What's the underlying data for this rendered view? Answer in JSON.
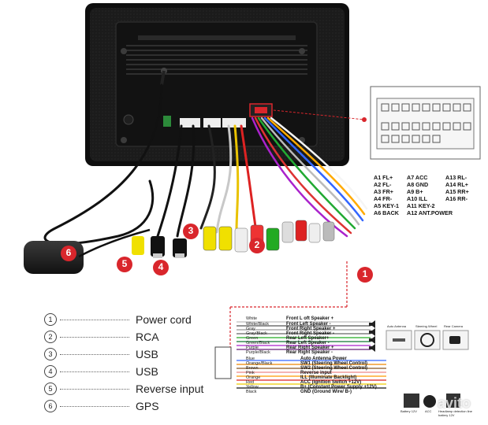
{
  "legend": [
    {
      "num": "1",
      "label": "Power cord"
    },
    {
      "num": "2",
      "label": "RCA"
    },
    {
      "num": "3",
      "label": "USB"
    },
    {
      "num": "4",
      "label": "USB"
    },
    {
      "num": "5",
      "label": "Reverse input"
    },
    {
      "num": "6",
      "label": "GPS"
    }
  ],
  "callouts": [
    "1",
    "2",
    "3",
    "4",
    "5",
    "6"
  ],
  "pinout": [
    [
      "A1 FL+",
      "A7 ACC",
      "A13 RL-"
    ],
    [
      "A2 FL-",
      "A8 GND",
      "A14 RL+"
    ],
    [
      "A3 FR+",
      "A9 B+",
      "A15 RR+"
    ],
    [
      "A4 FR-",
      "A10 ILL",
      "A16 RR-"
    ],
    [
      "A5 KEY-1",
      "A11 KEY-2",
      ""
    ],
    [
      "A6 BACK",
      "A12 ANT.POWER",
      ""
    ]
  ],
  "wire_colors": [
    "White",
    "White/Black",
    "Gray",
    "Gray/Black",
    "Green",
    "Green/Black",
    "Purple",
    "Purple/Black",
    "Blue",
    "Orange/Black",
    "Brown",
    "Pink",
    "Orange",
    "Red",
    "Yellow",
    "Black"
  ],
  "wire_functions": [
    "Front L oft Speaker +",
    "Front Left Speaker -",
    "Front Right Speaker +",
    "Front Right Speaker -",
    "Rear Left Speaker+",
    "Rear Left Speaker -",
    "Rear Right Speaker +",
    "Rear Right Speaker -",
    "Auto Antenna Power",
    "SW1 (Steering Wheel Control)",
    "SW2 (Steering Wheel Control)",
    "Reverse input",
    "ILL (Illuminate Backlight)",
    "ACC (Ignition Switch +12V)",
    "B+ (Constant Power Supply +12V)",
    "GND (Ground Wire/ B-)"
  ],
  "devices": [
    "Auto Antenna",
    "Steering Wheel",
    "Rear Camera"
  ],
  "bottom_devices": [
    "Battery 12V",
    "ACC",
    "Headlamp detection line battery 12V"
  ],
  "watermark": "avito",
  "accent_red": "#d9262c"
}
